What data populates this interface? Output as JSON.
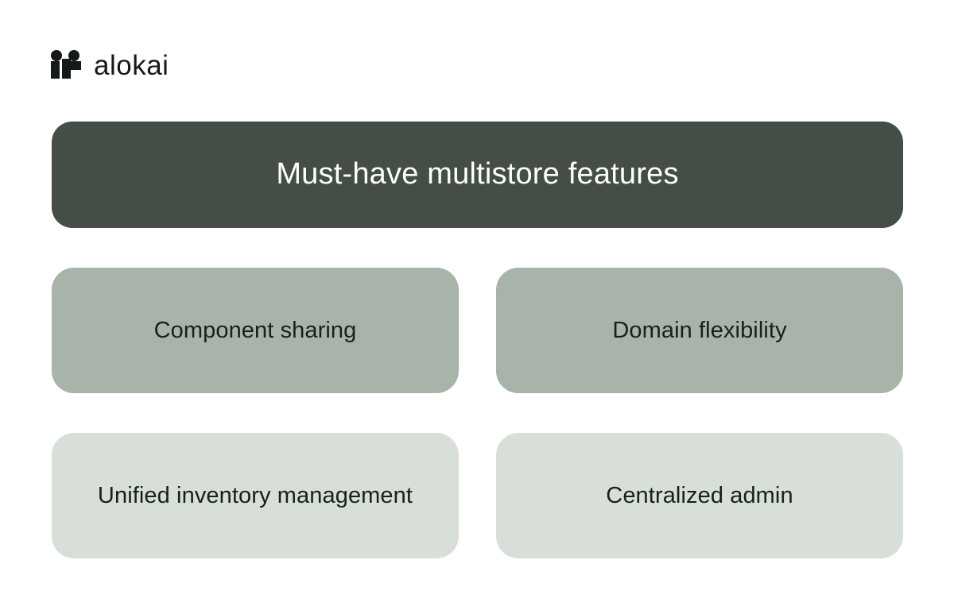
{
  "brand": {
    "name": "alokai",
    "logo_icon": "alokai-mark-icon",
    "logo_color": "#16191a"
  },
  "banner": {
    "title": "Must-have multistore features",
    "background_color": "#454e46",
    "text_color": "#ffffff"
  },
  "cards": [
    {
      "label": "Component sharing",
      "tone": "tone-mid",
      "color": "#a8b3a9"
    },
    {
      "label": "Domain flexibility",
      "tone": "tone-mid",
      "color": "#a8b3a9"
    },
    {
      "label": "Unified inventory management",
      "tone": "tone-light",
      "color": "#d8dfd9"
    },
    {
      "label": "Centralized admin",
      "tone": "tone-light",
      "color": "#d8dfd9"
    }
  ],
  "theme": {
    "page_background": "#ffffff",
    "text_dark": "#17201a"
  }
}
